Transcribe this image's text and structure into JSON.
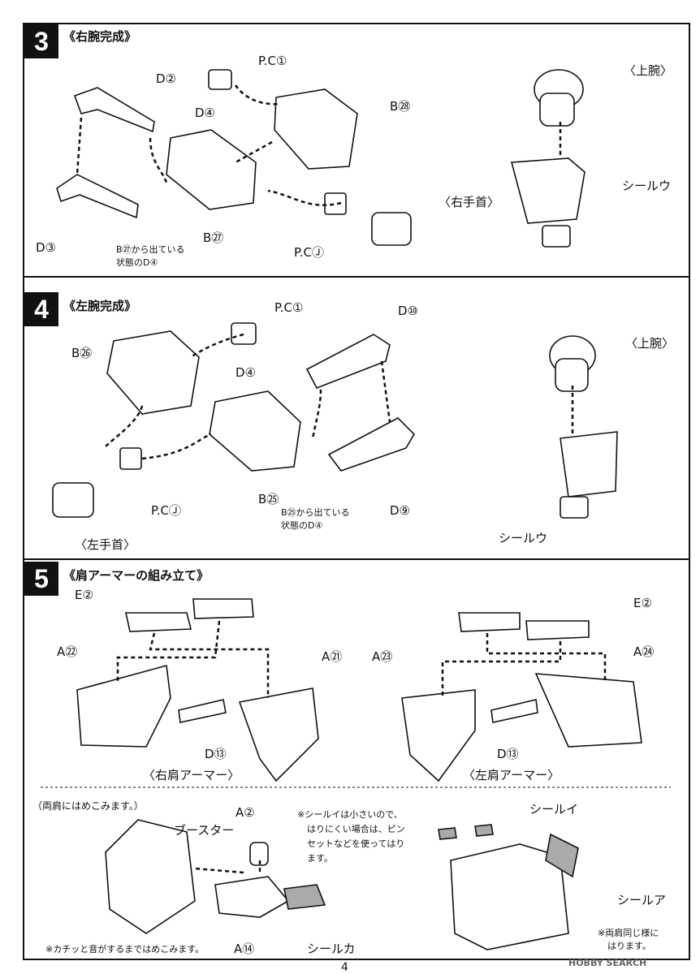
{
  "step3": {
    "number": "3",
    "title": "《右腕完成》",
    "labels": {
      "d2": "D②",
      "pci": "P.C①",
      "d4": "D④",
      "b28": "B㉘",
      "upper_arm": "〈上腕〉",
      "seal": "シールウ",
      "right_wrist": "〈右手首〉",
      "d3": "D③",
      "b27": "B㉗",
      "pcj": "P.CⒿ"
    },
    "note": [
      "B㉗から出ている",
      "状態のD④"
    ]
  },
  "step4": {
    "number": "4",
    "title": "《左腕完成》",
    "labels": {
      "pci": "P.C①",
      "d10": "D⑩",
      "b26": "B㉖",
      "upper_arm": "〈上腕〉",
      "d4": "D④",
      "pcj": "P.CⒿ",
      "b25": "B㉕",
      "d9": "D⑨",
      "left_wrist": "〈左手首〉",
      "seal": "シールウ"
    },
    "note": [
      "B㉕から出ている",
      "状態のD④"
    ]
  },
  "step5": {
    "number": "5",
    "title": "《肩アーマーの組み立て》",
    "labels": {
      "e2_left": "E②",
      "e2_right": "E②",
      "a22": "A㉒",
      "a21": "A㉑",
      "a23": "A㉓",
      "a24": "A㉔",
      "d13_left": "D⑬",
      "d13_right": "D⑬",
      "right_armor": "〈右肩アーマー〉",
      "left_armor": "〈左肩アーマー〉"
    }
  },
  "bottom": {
    "both_shoulders": "（両肩にはめこみます。）",
    "a2": "A②",
    "booster": "ブースター",
    "a14": "A⑭",
    "seal_ka": "シールカ",
    "click_note": "※カチッと音がするまではめこみます。",
    "seal_i_note": [
      "※シールイは小さいので、",
      "はりにくい場合は、ピン",
      "セットなどを使ってはり",
      "ます。"
    ],
    "seal_i": "シールイ",
    "seal_a": "シールア",
    "same_note": [
      "※両肩同じ様に",
      "はります。"
    ]
  },
  "page_number": "4",
  "watermark": "HOBBY SEARCH"
}
